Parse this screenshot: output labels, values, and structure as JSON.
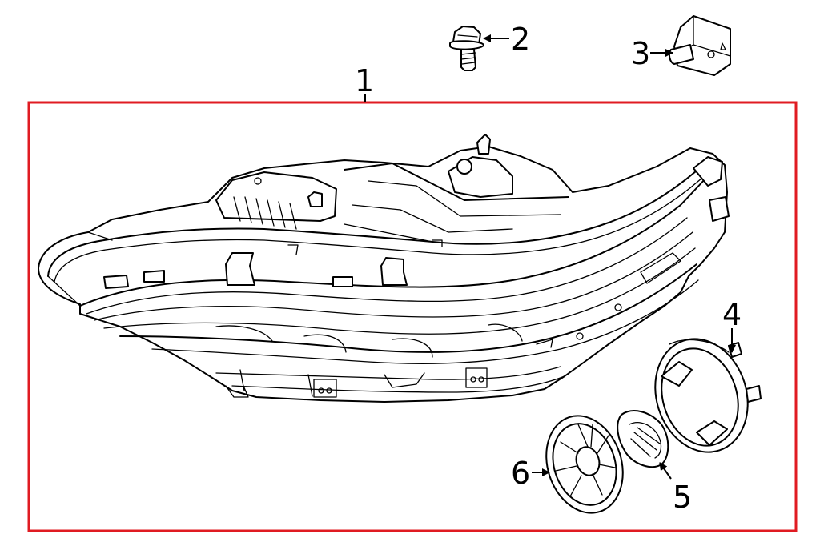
{
  "diagram": {
    "frame_color": "#e01b22",
    "callouts": [
      {
        "id": "1",
        "label": "1",
        "part": "headlamp-assembly"
      },
      {
        "id": "2",
        "label": "2",
        "part": "bolt"
      },
      {
        "id": "3",
        "label": "3",
        "part": "bracket"
      },
      {
        "id": "4",
        "label": "4",
        "part": "bulb-socket-ring"
      },
      {
        "id": "5",
        "label": "5",
        "part": "cap-seal"
      },
      {
        "id": "6",
        "label": "6",
        "part": "dust-cover"
      }
    ]
  }
}
